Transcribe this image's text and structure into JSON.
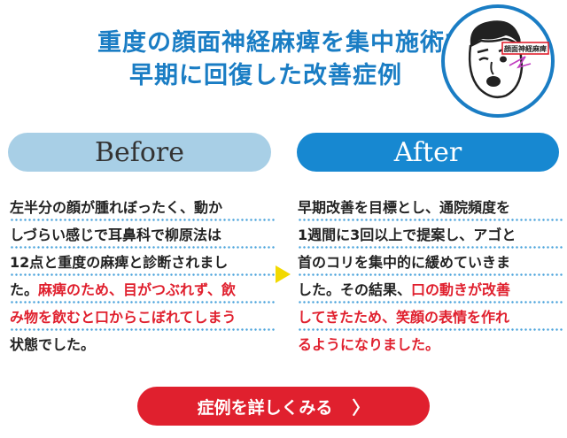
{
  "header": {
    "title_line1": "重度の顔面神経麻痺を集中施術で",
    "title_line2": "早期に回復した改善症例"
  },
  "illustration": {
    "icon": "facial-paralysis-face-icon",
    "badge_label": "顔面神経麻痺"
  },
  "before": {
    "label": "Before",
    "lines": [
      [
        {
          "t": "左半分の顔が腫れぼったく、動か"
        }
      ],
      [
        {
          "t": "しづらい感じで耳鼻科で柳原法は"
        }
      ],
      [
        {
          "t": "12点と重度の麻痺と診断されまし"
        }
      ],
      [
        {
          "t": "た。"
        },
        {
          "t": "麻痺のため、目がつぶれず、飲",
          "red": true
        }
      ],
      [
        {
          "t": "み物を飲むと口からこぼれてしまう",
          "red": true
        }
      ],
      [
        {
          "t": "状態でした。"
        }
      ]
    ]
  },
  "after": {
    "label": "After",
    "lines": [
      [
        {
          "t": "早期改善を目標とし、通院頻度を"
        }
      ],
      [
        {
          "t": "1週間に3回以上で提案し、アゴと"
        }
      ],
      [
        {
          "t": "首のコリを集中的に緩めていきま"
        }
      ],
      [
        {
          "t": "した。その結果、"
        },
        {
          "t": "口の動きが改善",
          "red": true
        }
      ],
      [
        {
          "t": "してきたため、笑顔の表情を作れ",
          "red": true
        }
      ],
      [
        {
          "t": "るようになりました。",
          "red": true
        }
      ]
    ]
  },
  "cta": {
    "label": "症例を詳しくみる",
    "chevron": "〉"
  },
  "colors": {
    "title": "#1a7dc4",
    "before_pill": "#a8cfe6",
    "after_pill": "#1788d1",
    "highlight_red": "#e0202e",
    "arrow": "#f2d900"
  }
}
